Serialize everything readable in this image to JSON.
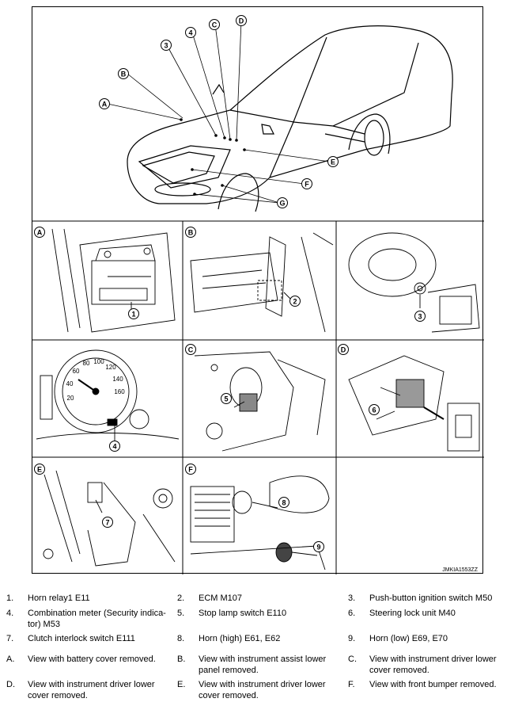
{
  "figure": {
    "ref_code": "JMKIA1553ZZ",
    "car_callouts": [
      "A",
      "B",
      "3",
      "4",
      "C",
      "D",
      "E",
      "F",
      "G"
    ],
    "panels": [
      {
        "letter": "A",
        "callouts": [
          "1"
        ]
      },
      {
        "letter": "B",
        "callouts": [
          "2"
        ]
      },
      {
        "letter": "",
        "callouts": [
          "3"
        ]
      },
      {
        "letter": "",
        "callouts": [
          "4"
        ]
      },
      {
        "letter": "C",
        "callouts": [
          "5"
        ]
      },
      {
        "letter": "D",
        "callouts": [
          "6"
        ]
      },
      {
        "letter": "E",
        "callouts": [
          "7"
        ]
      },
      {
        "letter": "F",
        "callouts": [
          "8",
          "9"
        ]
      }
    ]
  },
  "legend": {
    "rows": [
      [
        {
          "num": "1.",
          "text": "Horn relay1 E11"
        },
        {
          "num": "2.",
          "text": "ECM M107"
        },
        {
          "num": "3.",
          "text": "Push-button ignition switch M50"
        }
      ],
      [
        {
          "num": "4.",
          "text": "Combination meter (Security indica-\ntor) M53"
        },
        {
          "num": "5.",
          "text": "Stop lamp switch E110"
        },
        {
          "num": "6.",
          "text": "Steering lock unit M40"
        }
      ],
      [
        {
          "num": "7.",
          "text": "Clutch interlock switch E111"
        },
        {
          "num": "8.",
          "text": "Horn (high) E61, E62"
        },
        {
          "num": "9.",
          "text": "Horn (low) E69, E70"
        }
      ],
      [
        {
          "num": "A.",
          "text": "View with battery cover removed."
        },
        {
          "num": "B.",
          "text": "View with instrument assist lower\npanel removed."
        },
        {
          "num": "C.",
          "text": "View with instrument driver lower\ncover removed."
        }
      ],
      [
        {
          "num": "D.",
          "text": "View with instrument driver lower\ncover removed."
        },
        {
          "num": "E.",
          "text": "View with instrument driver lower\ncover removed."
        },
        {
          "num": "F.",
          "text": "View with front bumper removed."
        }
      ]
    ]
  }
}
